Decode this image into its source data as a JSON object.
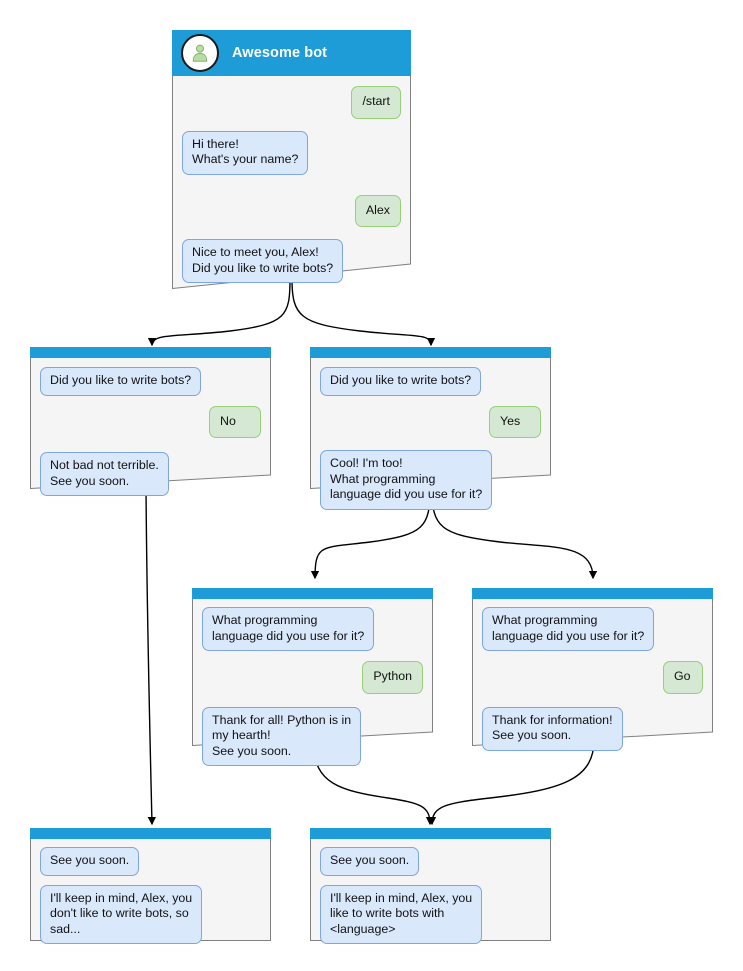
{
  "diagram": {
    "title": "Awesome bot conversation flow",
    "type": "flowchart",
    "colors": {
      "header_blue": "#1E9CD7",
      "bot_bubble_fill": "#DAE8FC",
      "bot_bubble_stroke": "#7EA6E0",
      "user_bubble_fill": "#D5E8D4",
      "user_bubble_stroke": "#97D077",
      "card_fill": "#F5F5F5",
      "card_stroke": "#808080",
      "edge_stroke": "#000000",
      "avatar_person": "#B5DDA4",
      "page_background": "#FFFFFF"
    }
  },
  "nodes": [
    {
      "id": "root",
      "name": "start-node",
      "has_titlebar": true,
      "avatar_icon": "user-avatar-icon",
      "title": "Awesome bot",
      "messages": [
        {
          "from": "user",
          "text": "/start"
        },
        {
          "from": "bot",
          "text": "Hi there!\nWhat's your name?"
        },
        {
          "from": "user",
          "text": "Alex"
        },
        {
          "from": "bot",
          "text": "Nice to meet you, Alex!\nDid you like to write bots?"
        }
      ]
    },
    {
      "id": "no-branch",
      "name": "answer-no-node",
      "has_titlebar": false,
      "messages": [
        {
          "from": "bot",
          "text": "Did you like to write bots?"
        },
        {
          "from": "user",
          "text": "No"
        },
        {
          "from": "bot",
          "text": "Not bad not terrible.\nSee you soon."
        }
      ]
    },
    {
      "id": "yes-branch",
      "name": "answer-yes-node",
      "has_titlebar": false,
      "messages": [
        {
          "from": "bot",
          "text": "Did you like to write bots?"
        },
        {
          "from": "user",
          "text": "Yes"
        },
        {
          "from": "bot",
          "text": "Cool! I'm too!\nWhat programming\nlanguage did you use for it?"
        }
      ]
    },
    {
      "id": "python-branch",
      "name": "answer-python-node",
      "has_titlebar": false,
      "messages": [
        {
          "from": "bot",
          "text": "What programming\nlanguage did you use for it?"
        },
        {
          "from": "user",
          "text": "Python"
        },
        {
          "from": "bot",
          "text": "Thank for all! Python is in\nmy hearth!\nSee you soon."
        }
      ]
    },
    {
      "id": "go-branch",
      "name": "answer-go-node",
      "has_titlebar": false,
      "messages": [
        {
          "from": "bot",
          "text": "What programming\nlanguage did you use for it?"
        },
        {
          "from": "user",
          "text": "Go"
        },
        {
          "from": "bot",
          "text": "Thank for information!\nSee you soon."
        }
      ]
    },
    {
      "id": "end-sad",
      "name": "end-node-no-bots",
      "has_titlebar": false,
      "messages": [
        {
          "from": "bot",
          "text": "See you soon."
        },
        {
          "from": "bot",
          "text": "I'll keep in mind, Alex, you\ndon't like to write bots, so\nsad..."
        }
      ]
    },
    {
      "id": "end-happy",
      "name": "end-node-likes-bots",
      "has_titlebar": false,
      "messages": [
        {
          "from": "bot",
          "text": "See you soon."
        },
        {
          "from": "bot",
          "text": "I'll keep in mind, Alex, you\nlike to write bots with\n<language>"
        }
      ]
    }
  ],
  "edges": [
    {
      "from": "root",
      "to": "no-branch"
    },
    {
      "from": "root",
      "to": "yes-branch"
    },
    {
      "from": "no-branch",
      "to": "end-sad"
    },
    {
      "from": "yes-branch",
      "to": "python-branch"
    },
    {
      "from": "yes-branch",
      "to": "go-branch"
    },
    {
      "from": "python-branch",
      "to": "end-happy"
    },
    {
      "from": "go-branch",
      "to": "end-happy"
    }
  ]
}
